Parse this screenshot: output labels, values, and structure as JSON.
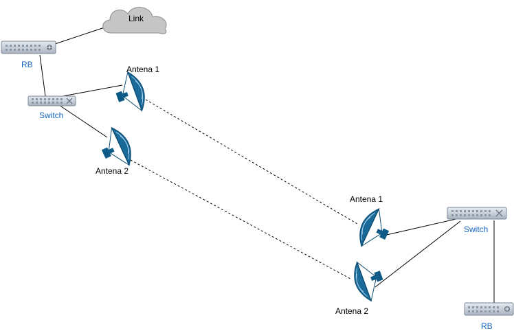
{
  "diagram": {
    "cloud": {
      "label": "Link",
      "icon": "cloud-icon"
    },
    "left": {
      "router": {
        "label": "RB",
        "icon": "router-icon"
      },
      "switch": {
        "label": "Switch",
        "icon": "switch-icon"
      },
      "antenna1": {
        "label": "Antena 1",
        "icon": "dish-antenna-icon"
      },
      "antenna2": {
        "label": "Antena 2",
        "icon": "dish-antenna-icon"
      }
    },
    "right": {
      "router": {
        "label": "RB",
        "icon": "router-icon"
      },
      "switch": {
        "label": "Switch",
        "icon": "switch-icon"
      },
      "antenna1": {
        "label": "Antena 1",
        "icon": "dish-antenna-icon"
      },
      "antenna2": {
        "label": "Antena 2",
        "icon": "dish-antenna-icon"
      }
    },
    "links": [
      {
        "from": "Link",
        "to": "RB (left)",
        "style": "solid"
      },
      {
        "from": "RB (left)",
        "to": "Switch (left)",
        "style": "solid"
      },
      {
        "from": "Switch (left)",
        "to": "Antena 1 (left)",
        "style": "solid"
      },
      {
        "from": "Switch (left)",
        "to": "Antena 2 (left)",
        "style": "solid"
      },
      {
        "from": "Antena 1 (left)",
        "to": "Antena 1 (right)",
        "style": "dashed"
      },
      {
        "from": "Antena 2 (left)",
        "to": "Antena 2 (right)",
        "style": "dashed"
      },
      {
        "from": "Switch (right)",
        "to": "Antena 1 (right)",
        "style": "solid"
      },
      {
        "from": "Switch (right)",
        "to": "Antena 2 (right)",
        "style": "solid"
      },
      {
        "from": "Switch (right)",
        "to": "RB (right)",
        "style": "solid"
      }
    ]
  },
  "colors": {
    "device_label": "#1565c0",
    "antenna": "#0e5a86",
    "device_body": "#c3cbd6",
    "cloud_fill": "#c6c6c6",
    "link_line": "#000000"
  }
}
